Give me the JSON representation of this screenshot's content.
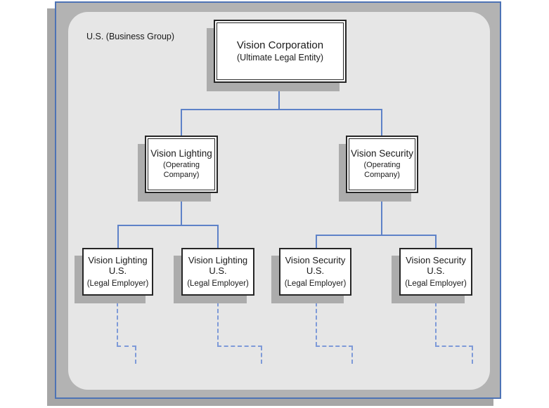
{
  "diagram": {
    "group_label": "U.S. (Business Group)",
    "root": {
      "title": "Vision Corporation",
      "subtitle": "(Ultimate Legal Entity)"
    },
    "operating": [
      {
        "title": "Vision Lighting",
        "subtitle": "(Operating Company)"
      },
      {
        "title": "Vision Security",
        "subtitle": "(Operating Company)"
      }
    ],
    "legal_employers": [
      {
        "line1": "Vision Lighting",
        "line2": "U.S.",
        "subtitle": "(Legal Employer)"
      },
      {
        "line1": "Vision Lighting",
        "line2": "U.S.",
        "subtitle": "(Legal Employer)"
      },
      {
        "line1": "Vision Security",
        "line2": "U.S.",
        "subtitle": "(Legal Employer)"
      },
      {
        "line1": "Vision Security",
        "line2": "U.S.",
        "subtitle": "(Legal Employer)"
      }
    ],
    "colors": {
      "frame_blue": "#4d73b5",
      "connector_blue": "#5e82c8",
      "dashed_blue": "#7e9ad8",
      "window_gray": "#b3b3b3",
      "panel_gray": "#e6e6e6",
      "shadow_gray": "#acacac",
      "box_border": "#262626"
    }
  }
}
